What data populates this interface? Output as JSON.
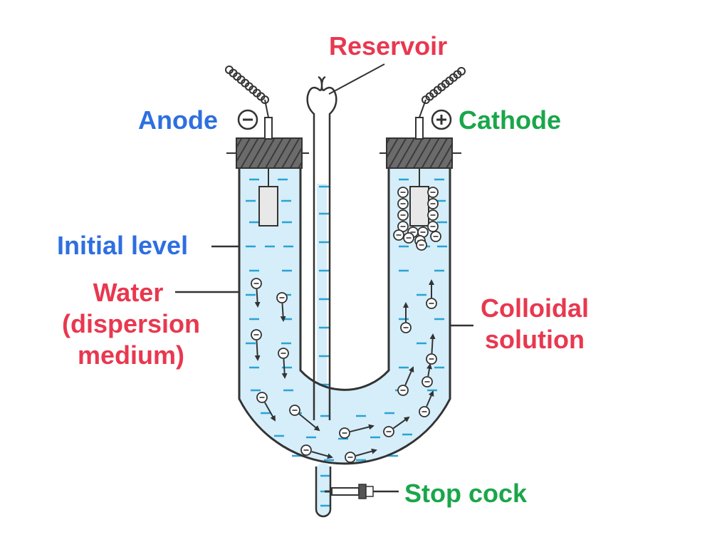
{
  "diagram": {
    "labels": {
      "reservoir": "Reservoir",
      "anode": "Anode",
      "cathode": "Cathode",
      "initial_level": "Initial level",
      "water_line1": "Water",
      "water_line2": "(dispersion",
      "water_line3": "medium)",
      "colloidal_line1": "Colloidal",
      "colloidal_line2": "solution",
      "stop_cock": "Stop cock"
    },
    "symbols": {
      "anode_sign": "−",
      "cathode_sign": "+",
      "particle_sign": "−"
    },
    "colors": {
      "red_label": "#e8384f",
      "blue_label": "#2e6fe0",
      "green_label": "#1aa64a",
      "liquid": "#d6eef9",
      "liquid_dash": "#29a3d6",
      "outline": "#333333",
      "stopper": "#555555"
    }
  }
}
